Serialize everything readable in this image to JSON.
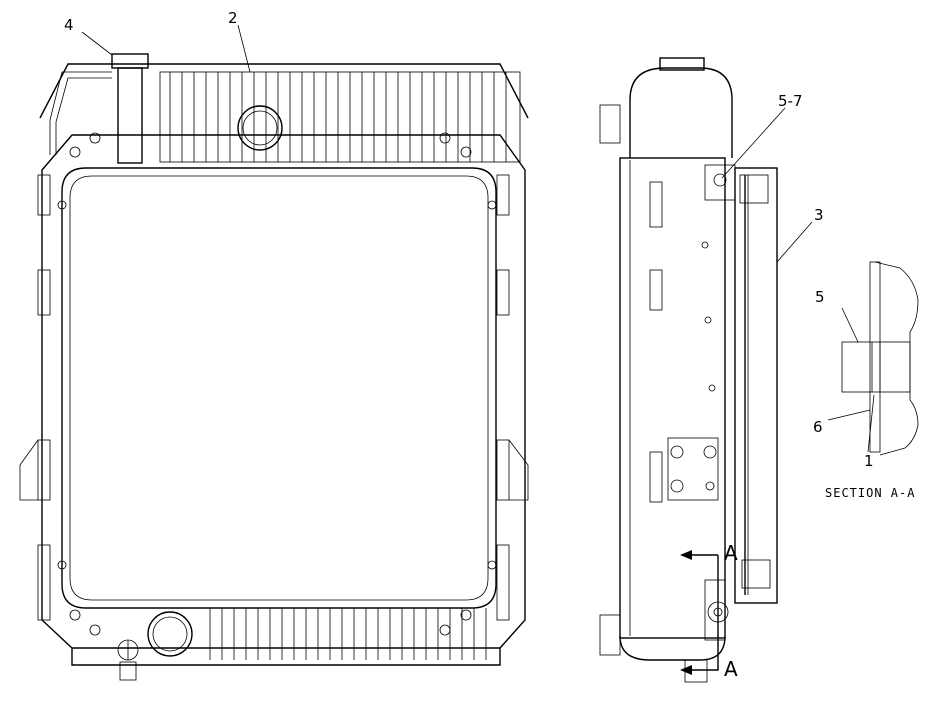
{
  "callouts": {
    "c4": "4",
    "c2": "2",
    "c5_7": "5-7",
    "c3": "3",
    "c5": "5",
    "c6": "6",
    "c1": "1"
  },
  "section_marker": {
    "upper": "A",
    "lower": "A"
  },
  "section_caption": "SECTION A-A"
}
